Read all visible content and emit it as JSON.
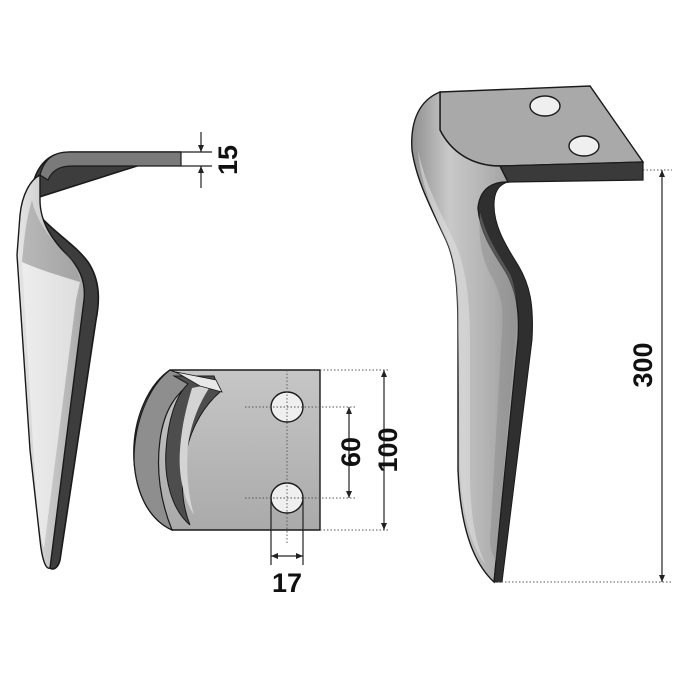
{
  "dimensions": {
    "thickness": "15",
    "hole_spacing": "60",
    "plate_width": "100",
    "hole_diameter": "17",
    "blade_height": "300"
  },
  "colors": {
    "blade_face": "#b9b9b9",
    "blade_light": "#dcdcdc",
    "blade_dark": "#4a4a4a",
    "edge": "#2b2b2b",
    "line": "#222222"
  }
}
